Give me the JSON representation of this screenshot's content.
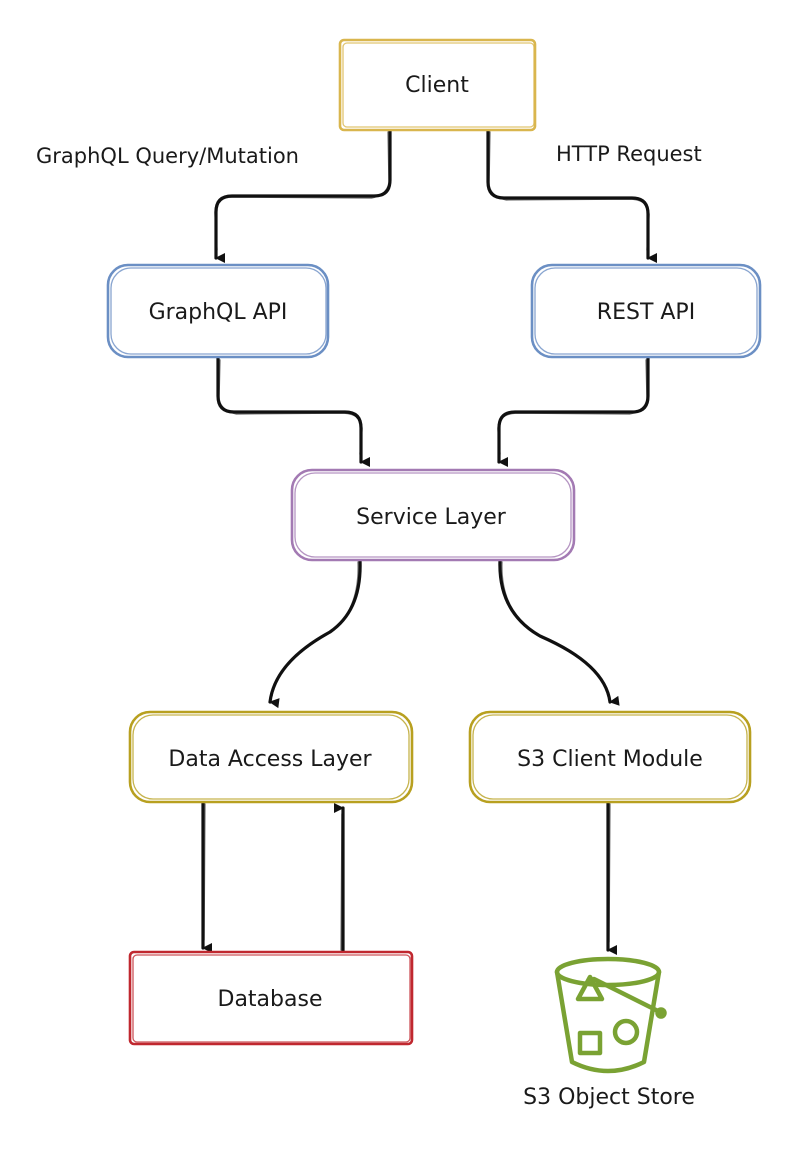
{
  "nodes": {
    "client": {
      "label": "Client",
      "color": "#d9b64e"
    },
    "graphql_api": {
      "label": "GraphQL API",
      "color": "#6b8fc4"
    },
    "rest_api": {
      "label": "REST API",
      "color": "#6b8fc4"
    },
    "service_layer": {
      "label": "Service Layer",
      "color": "#a37ab3"
    },
    "data_access_layer": {
      "label": "Data Access Layer",
      "color": "#b8a020"
    },
    "s3_client_module": {
      "label": "S3 Client Module",
      "color": "#b8a020"
    },
    "database": {
      "label": "Database",
      "color": "#c0282f"
    },
    "s3_object_store": {
      "label": "S3 Object Store",
      "color": "#7aa233",
      "icon": "s3-bucket-icon"
    }
  },
  "edges": {
    "graphql_request": {
      "label": "GraphQL Query/Mutation"
    },
    "http_request": {
      "label": "HTTP Request"
    }
  }
}
